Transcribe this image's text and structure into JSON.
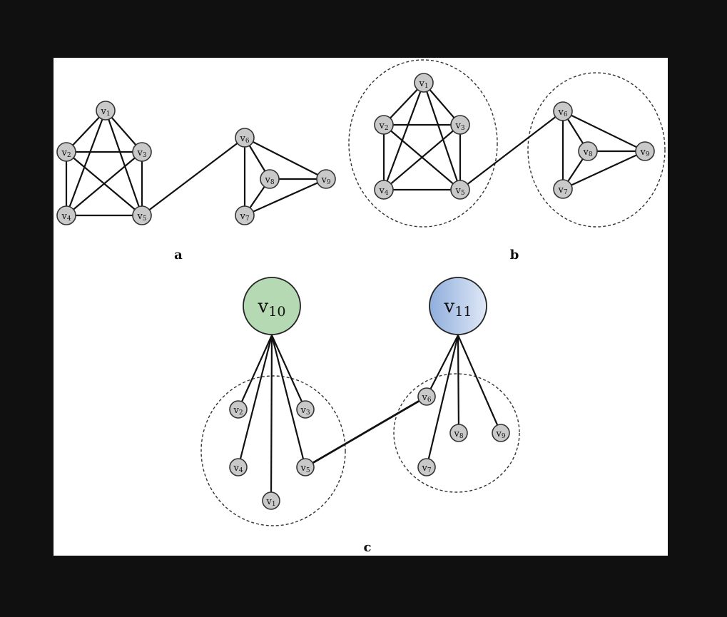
{
  "colors": {
    "background": "#101010",
    "canvas": "#ffffff",
    "node_gray": "#c9c9c9",
    "v10_fill": "#b5d9b2",
    "v11_fill_left": "#9cb6df",
    "v11_fill_right": "#dce7f6"
  },
  "panels": [
    {
      "id": "a",
      "label": "a",
      "nodes": [
        {
          "id": "v1",
          "sub": "1"
        },
        {
          "id": "v2",
          "sub": "2"
        },
        {
          "id": "v3",
          "sub": "3"
        },
        {
          "id": "v4",
          "sub": "4"
        },
        {
          "id": "v5",
          "sub": "5"
        },
        {
          "id": "v6",
          "sub": "6"
        },
        {
          "id": "v7",
          "sub": "7"
        },
        {
          "id": "v8",
          "sub": "8"
        },
        {
          "id": "v9",
          "sub": "9"
        }
      ],
      "edges": [
        [
          "v1",
          "v2"
        ],
        [
          "v1",
          "v3"
        ],
        [
          "v1",
          "v4"
        ],
        [
          "v1",
          "v5"
        ],
        [
          "v2",
          "v3"
        ],
        [
          "v2",
          "v4"
        ],
        [
          "v2",
          "v5"
        ],
        [
          "v3",
          "v4"
        ],
        [
          "v3",
          "v5"
        ],
        [
          "v4",
          "v5"
        ],
        [
          "v5",
          "v6"
        ],
        [
          "v6",
          "v7"
        ],
        [
          "v6",
          "v8"
        ],
        [
          "v6",
          "v9"
        ],
        [
          "v7",
          "v8"
        ],
        [
          "v7",
          "v9"
        ],
        [
          "v8",
          "v9"
        ]
      ]
    },
    {
      "id": "b",
      "label": "b",
      "nodes": [
        {
          "id": "v1",
          "sub": "1"
        },
        {
          "id": "v2",
          "sub": "2"
        },
        {
          "id": "v3",
          "sub": "3"
        },
        {
          "id": "v4",
          "sub": "4"
        },
        {
          "id": "v5",
          "sub": "5"
        },
        {
          "id": "v6",
          "sub": "6"
        },
        {
          "id": "v7",
          "sub": "7"
        },
        {
          "id": "v8",
          "sub": "8"
        },
        {
          "id": "v9",
          "sub": "9"
        }
      ],
      "edges": [
        [
          "v1",
          "v2"
        ],
        [
          "v1",
          "v3"
        ],
        [
          "v1",
          "v4"
        ],
        [
          "v1",
          "v5"
        ],
        [
          "v2",
          "v3"
        ],
        [
          "v2",
          "v4"
        ],
        [
          "v2",
          "v5"
        ],
        [
          "v3",
          "v4"
        ],
        [
          "v3",
          "v5"
        ],
        [
          "v4",
          "v5"
        ],
        [
          "v5",
          "v6"
        ],
        [
          "v6",
          "v7"
        ],
        [
          "v6",
          "v8"
        ],
        [
          "v6",
          "v9"
        ],
        [
          "v7",
          "v8"
        ],
        [
          "v7",
          "v9"
        ],
        [
          "v8",
          "v9"
        ]
      ],
      "clusters": [
        {
          "members": [
            "v1",
            "v2",
            "v3",
            "v4",
            "v5"
          ]
        },
        {
          "members": [
            "v6",
            "v7",
            "v8",
            "v9"
          ]
        }
      ]
    },
    {
      "id": "c",
      "label": "c",
      "nodes": [
        {
          "id": "v1",
          "sub": "1"
        },
        {
          "id": "v2",
          "sub": "2"
        },
        {
          "id": "v3",
          "sub": "3"
        },
        {
          "id": "v4",
          "sub": "4"
        },
        {
          "id": "v5",
          "sub": "5"
        },
        {
          "id": "v6",
          "sub": "6"
        },
        {
          "id": "v7",
          "sub": "7"
        },
        {
          "id": "v8",
          "sub": "8"
        },
        {
          "id": "v9",
          "sub": "9"
        },
        {
          "id": "v10",
          "sub": "10"
        },
        {
          "id": "v11",
          "sub": "11"
        }
      ],
      "edges": [
        [
          "v10",
          "v1"
        ],
        [
          "v10",
          "v2"
        ],
        [
          "v10",
          "v3"
        ],
        [
          "v10",
          "v4"
        ],
        [
          "v10",
          "v5"
        ],
        [
          "v11",
          "v6"
        ],
        [
          "v11",
          "v7"
        ],
        [
          "v11",
          "v8"
        ],
        [
          "v11",
          "v9"
        ],
        [
          "v5",
          "v6"
        ]
      ],
      "clusters": [
        {
          "members": [
            "v1",
            "v2",
            "v3",
            "v4",
            "v5"
          ]
        },
        {
          "members": [
            "v6",
            "v7",
            "v8",
            "v9"
          ]
        }
      ]
    }
  ]
}
